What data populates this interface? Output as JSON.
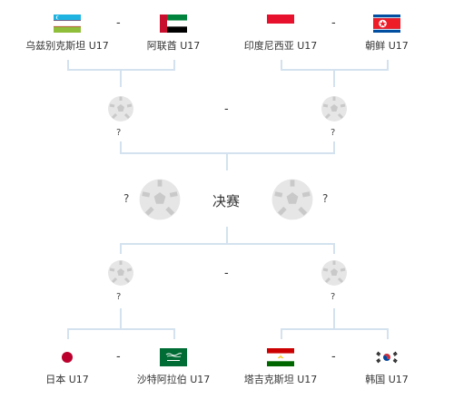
{
  "bracket": {
    "top_left": {
      "team_a": {
        "name": "乌兹别克斯坦 U17",
        "flag": "uzbekistan-flag"
      },
      "team_b": {
        "name": "阿联酋 U17",
        "flag": "uae-flag"
      },
      "separator": "-"
    },
    "top_right": {
      "team_a": {
        "name": "印度尼西亚 U17",
        "flag": "indonesia-flag"
      },
      "team_b": {
        "name": "朝鲜 U17",
        "flag": "north-korea-flag"
      },
      "separator": "-"
    },
    "semi_top": {
      "left_label": "?",
      "right_label": "?",
      "separator": "-"
    },
    "final": {
      "label": "决赛",
      "left_label": "?",
      "right_label": "?"
    },
    "semi_bottom": {
      "left_label": "?",
      "right_label": "?",
      "separator": "-"
    },
    "bottom_left": {
      "team_a": {
        "name": "日本 U17",
        "flag": "japan-flag"
      },
      "team_b": {
        "name": "沙特阿拉伯 U17",
        "flag": "saudi-arabia-flag"
      },
      "separator": "-"
    },
    "bottom_right": {
      "team_a": {
        "name": "塔吉克斯坦 U17",
        "flag": "tajikistan-flag"
      },
      "team_b": {
        "name": "韩国 U17",
        "flag": "south-korea-flag"
      },
      "separator": "-"
    }
  },
  "colors": {
    "connector": "#d3e2ee",
    "ball_fill": "#e6e6e6",
    "ball_patch": "#c9c9c9"
  }
}
